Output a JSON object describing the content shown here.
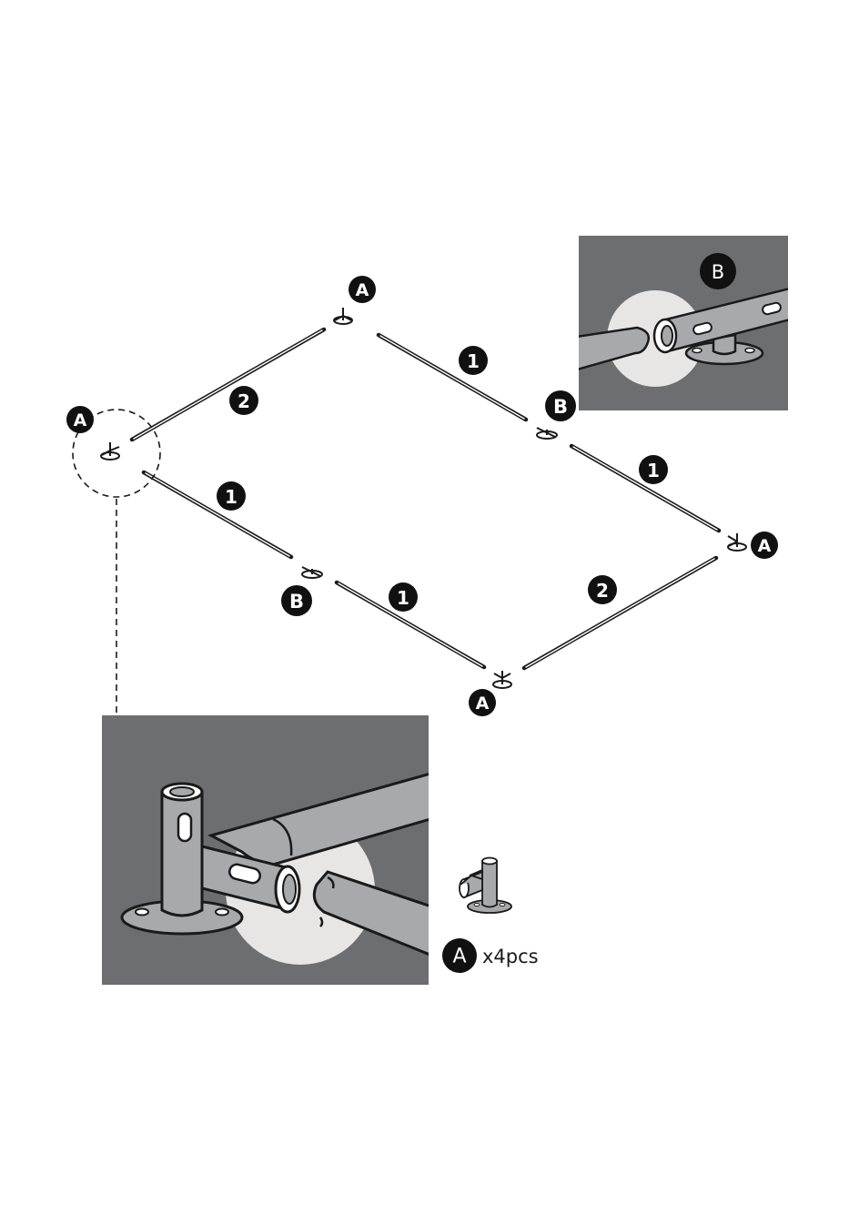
{
  "part_labels": {
    "corner_connector": "A",
    "side_connector": "B",
    "pole_1": "1",
    "pole_2": "2"
  },
  "quantity": {
    "part": "A",
    "text": "x4pcs"
  },
  "colors": {
    "line": "#1a1a1a",
    "detail_bg": "#6d6e71",
    "highlight": "#e7e6e4",
    "tube": "#a7a9ac",
    "tube_dark": "#808285",
    "badge": "#111111"
  }
}
